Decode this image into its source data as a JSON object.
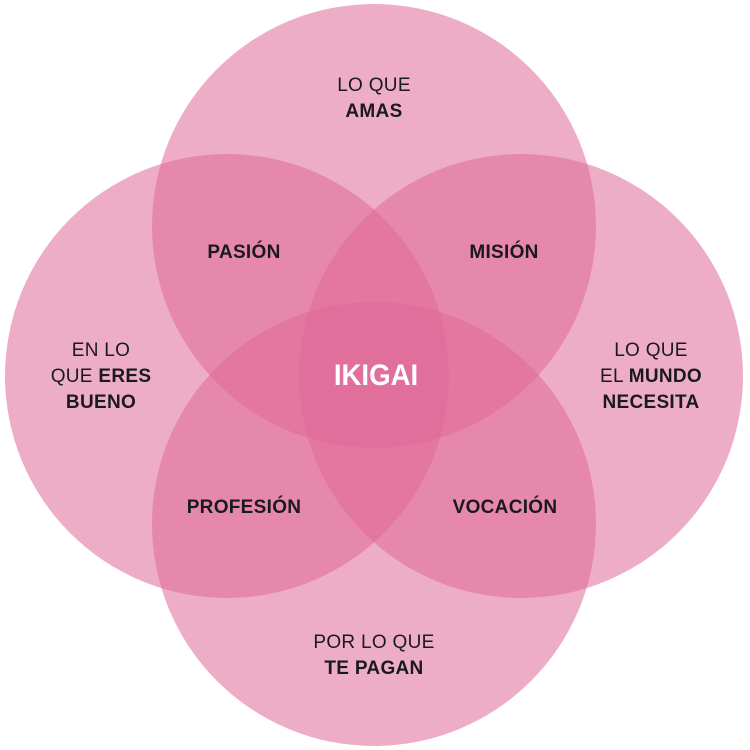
{
  "colors": {
    "circle_fill": "#e06a98",
    "text": "#1a1a1a",
    "center_text": "#ffffff"
  },
  "circles": {
    "top": {
      "line1": "LO QUE",
      "line2": "AMAS"
    },
    "left": {
      "line1": "EN LO",
      "line2a": "QUE ",
      "line2b": "ERES",
      "line3": "BUENO"
    },
    "right": {
      "line1": "LO QUE",
      "line2a": "EL ",
      "line2b": "MUNDO",
      "line3": "NECESITA"
    },
    "bottom": {
      "line1": "POR LO QUE",
      "line2": "TE PAGAN"
    }
  },
  "intersections": {
    "pasion": "PASIÓN",
    "mision": "MISIÓN",
    "profesion": "PROFESIÓN",
    "vocacion": "VOCACIÓN"
  },
  "center": "IKIGAI"
}
